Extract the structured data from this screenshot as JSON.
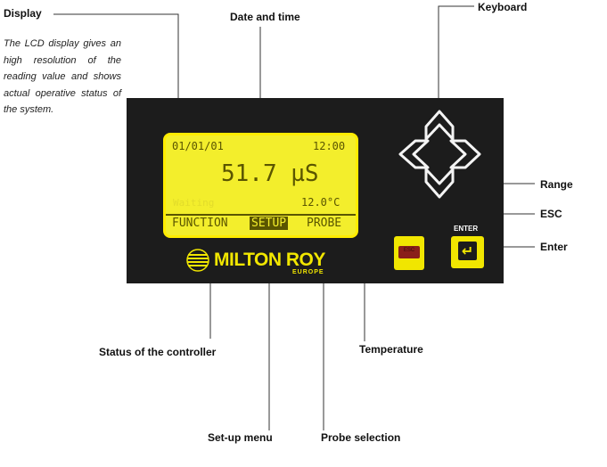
{
  "callouts": {
    "display": "Display",
    "date_time": "Date and time",
    "keyboard": "Keyboard",
    "range": "Range",
    "esc": "ESC",
    "enter": "Enter",
    "status": "Status of the controller",
    "temperature": "Temperature",
    "setup_menu": "Set-up menu",
    "probe_selection": "Probe selection"
  },
  "description": "The LCD display gives an high resolution of the reading value and shows actual operative status of the system.",
  "lcd": {
    "date": "01/01/01",
    "time": "12:00",
    "reading": "51.7 µS",
    "status": "Waiting",
    "temperature": "12.0°C",
    "menu_function": "FUNCTION",
    "menu_setup": "SETUP",
    "menu_probe": "PROBE"
  },
  "brand": {
    "name": "MILTON ROY",
    "sub": "EUROPE"
  },
  "keys": {
    "esc_label": "ESC",
    "enter_label": "ENTER",
    "enter_symbol": "↵"
  },
  "colors": {
    "panel": "#1c1c1c",
    "lcd": "#f3ee2c",
    "lcd_text": "#5a5500",
    "accent": "#f1e600"
  }
}
